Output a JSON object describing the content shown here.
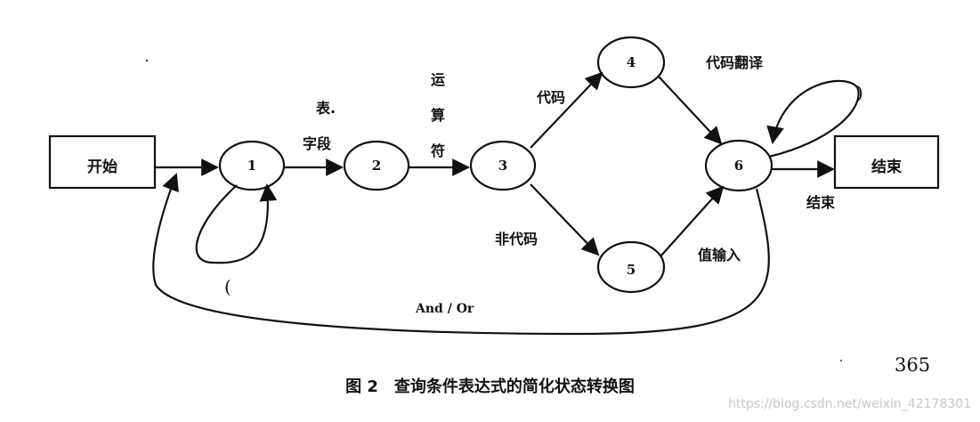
{
  "states": {
    "start": "开始",
    "s1": "1",
    "s2": "2",
    "s3": "3",
    "s4": "4",
    "s5": "5",
    "s6": "6",
    "end": "结束"
  },
  "transitions": {
    "s1_to_s2_top": "表.",
    "s1_to_s2_bottom": "字段",
    "s2_to_s3": [
      "运",
      "算",
      "符"
    ],
    "s3_to_s4": "代码",
    "s3_to_s5": "非代码",
    "s4_to_s6": "代码翻译",
    "s5_to_s6": "值输入",
    "s6_to_end": "结束",
    "s1_loop": "(",
    "s6_loop": ")",
    "s6_to_start": "And / Or"
  },
  "caption": "图 2　查询条件表达式的简化状态转换图",
  "page_number": "365",
  "watermark": "https://blog.csdn.net/weixin_42178301"
}
